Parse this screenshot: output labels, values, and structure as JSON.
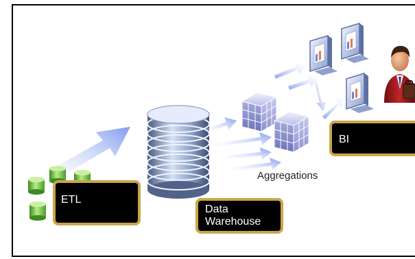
{
  "labels": {
    "etl": "ETL",
    "data_warehouse_line1": "Data",
    "data_warehouse_line2": "Warehouse",
    "aggregations": "Aggregations",
    "bi": "BI"
  },
  "colors": {
    "box_fill": "#000000",
    "box_border": "#c9a64a",
    "arrow": "#8fa7ea",
    "cylinder_green": "#7cc24a",
    "database_blue": "#7d90b8",
    "cube_purple": "#9aa0d8"
  },
  "icons": [
    "source-cylinder-icon",
    "database-icon",
    "cube-icon",
    "monitor-icon",
    "business-user-icon"
  ]
}
